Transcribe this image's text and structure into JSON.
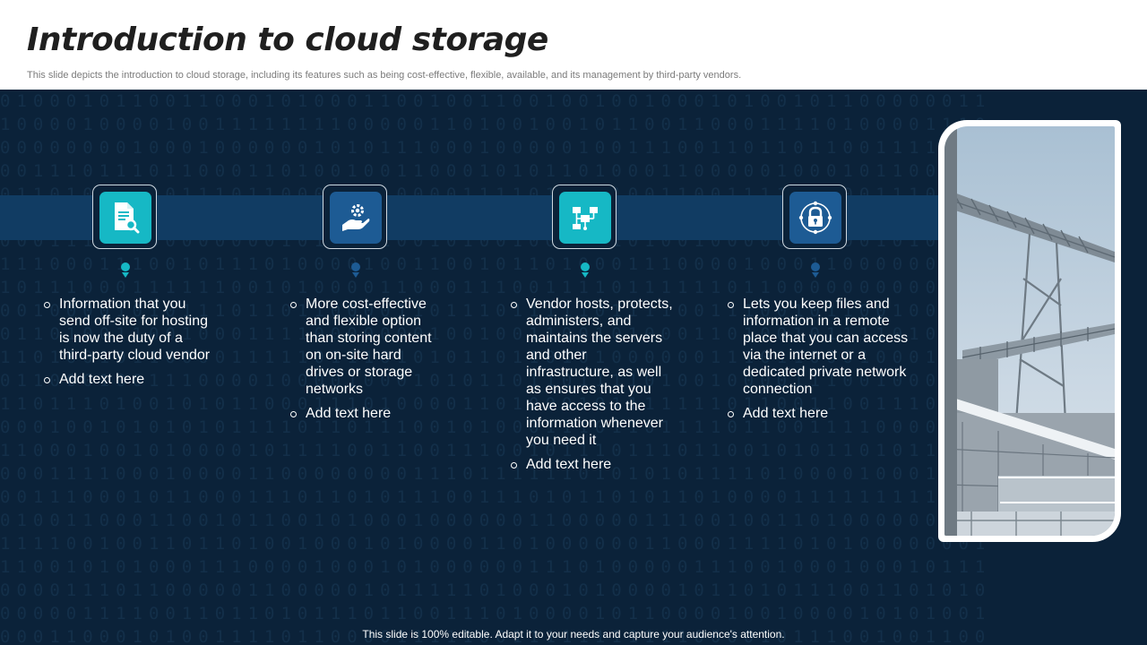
{
  "header": {
    "title": "Introduction to cloud storage",
    "subtitle": "This slide depicts the introduction to cloud storage, including its features such as being cost-effective, flexible, available, and its management by third-party vendors."
  },
  "features": [
    {
      "icon": "document-search-icon",
      "items": [
        "Information that you send off-site for hosting is now the duty of a third-party cloud vendor",
        "Add text here"
      ]
    },
    {
      "icon": "hand-gear-icon",
      "items": [
        "More cost-effective and flexible option than storing content on on-site hard drives or storage networks",
        "Add text here"
      ]
    },
    {
      "icon": "network-diagram-icon",
      "items": [
        "Vendor hosts, protects, administers, and maintains the servers and other infrastructure, as well as ensures that you have access to the information whenever you need it",
        "Add text here"
      ]
    },
    {
      "icon": "secure-lock-icon",
      "items": [
        "Lets you keep files and information in a remote place that you can access via the internet or a dedicated private network connection",
        "Add text here"
      ]
    }
  ],
  "footer": {
    "text": "This slide is 100% editable. Adapt it to your needs and capture your audience's attention."
  },
  "colors": {
    "background": "#0b2239",
    "band": "#113c63",
    "teal_accent": "#16b8c5",
    "navy_accent": "#1d5b94"
  }
}
